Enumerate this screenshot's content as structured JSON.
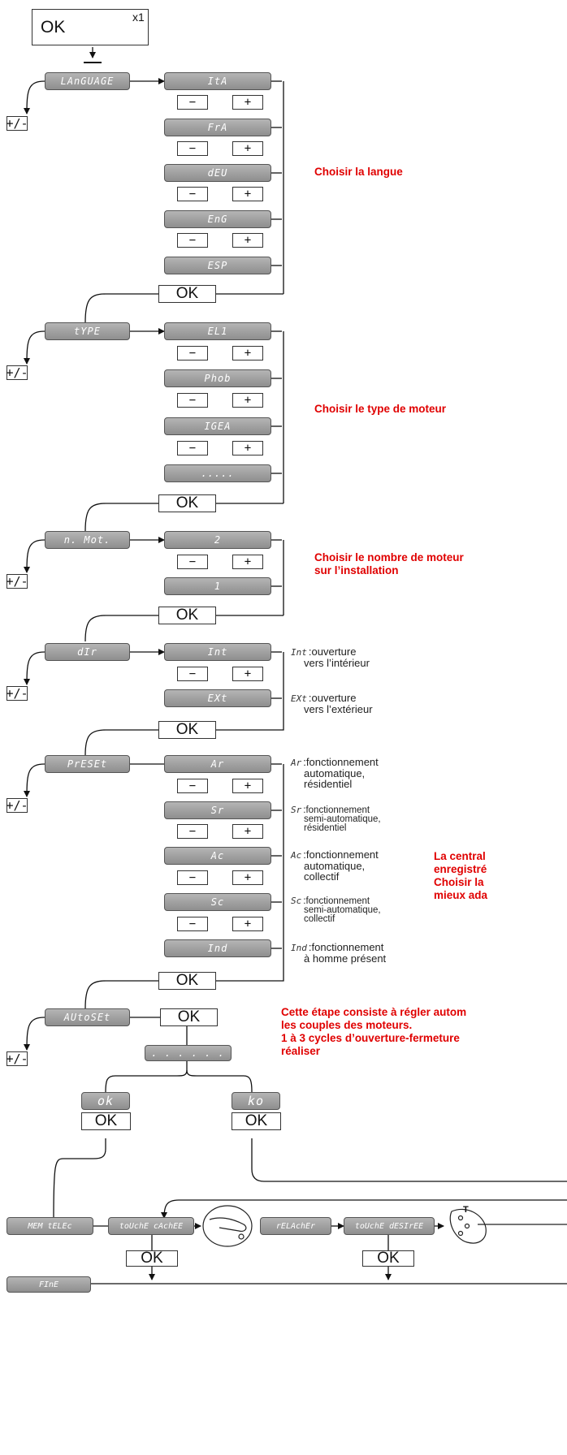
{
  "header": {
    "ok": "OK",
    "multiplier": "x1"
  },
  "ok": "OK",
  "pm": "+/-",
  "minus": "−",
  "plus": "+",
  "language": {
    "label": "LAnGUAGE",
    "options": [
      "ItA",
      "FrA",
      "dEU",
      "EnG",
      "ESP"
    ],
    "note": "Choisir la langue"
  },
  "type": {
    "label": "tYPE",
    "options": [
      "EL1",
      "Phob",
      "IGEA",
      "....."
    ],
    "note": "Choisir le type de moteur"
  },
  "nmot": {
    "label": "n. Mot.",
    "options": [
      "2",
      "1"
    ],
    "note": [
      "Choisir le nombre de moteur",
      "sur l’installation"
    ]
  },
  "dir": {
    "label": "dIr",
    "items": [
      {
        "code": "Int",
        "text": [
          "ouverture",
          "vers l’intérieur"
        ]
      },
      {
        "code": "EXt",
        "text": [
          "ouverture",
          "vers l’extérieur"
        ]
      }
    ]
  },
  "preset": {
    "label": "PrESEt",
    "items": [
      {
        "code": "Ar",
        "text": [
          "fonctionnement",
          "automatique,",
          "résidentiel"
        ]
      },
      {
        "code": "Sr",
        "text": [
          "fonctionnement",
          "semi-automatique,",
          "résidentiel"
        ]
      },
      {
        "code": "Ac",
        "text": [
          "fonctionnement",
          "automatique,",
          "collectif"
        ]
      },
      {
        "code": "Sc",
        "text": [
          "fonctionnement",
          "semi-automatique,",
          "collectif"
        ]
      },
      {
        "code": "Ind",
        "text": [
          "fonctionnement",
          "à homme présent"
        ]
      }
    ],
    "note": [
      "La central",
      "enregistré",
      "Choisir la",
      "mieux ada"
    ]
  },
  "autoset": {
    "label": "AUtoSEt",
    "dots": ". . .   . . .",
    "ok_label": "ok",
    "ko_label": "ko",
    "note": [
      "Cette étape consiste à régler autom",
      "les couples des moteurs.",
      "1 à 3 cycles d’ouverture-fermeture",
      "réaliser"
    ]
  },
  "memo": {
    "label": "MEM tELEc",
    "hidden_key": "toUchE cAchEE",
    "release": "rELAchEr",
    "desired_key": "toUchE dESIrEE",
    "release_icon_label": "T"
  },
  "fine": {
    "label": "FInE"
  }
}
